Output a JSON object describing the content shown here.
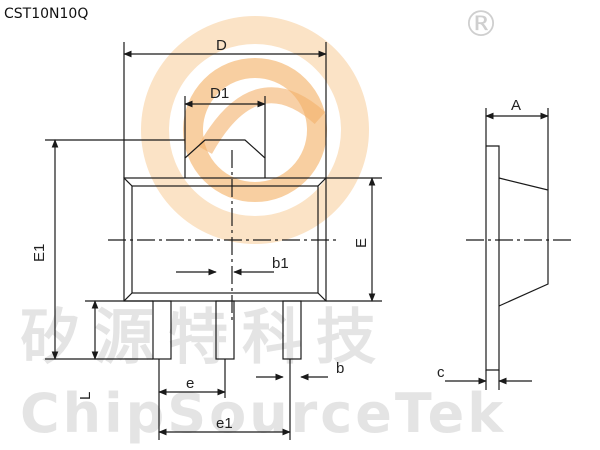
{
  "header": {
    "part_number": "CST10N10Q"
  },
  "watermark": {
    "registered_mark": "®",
    "chinese_text": "矽源特科技",
    "english_text": "ChipSourceTek",
    "logo_colors": [
      "#f6c38a",
      "#fbe0bf"
    ]
  },
  "dimensions": {
    "D": "D",
    "D1": "D1",
    "E": "E",
    "E1": "E1",
    "A": "A",
    "b": "b",
    "b1": "b1",
    "c": "c",
    "e": "e",
    "e1": "e1",
    "L": "L"
  },
  "colors": {
    "line": "#1a1a1a",
    "watermark_gray": "#cfcfcf"
  }
}
